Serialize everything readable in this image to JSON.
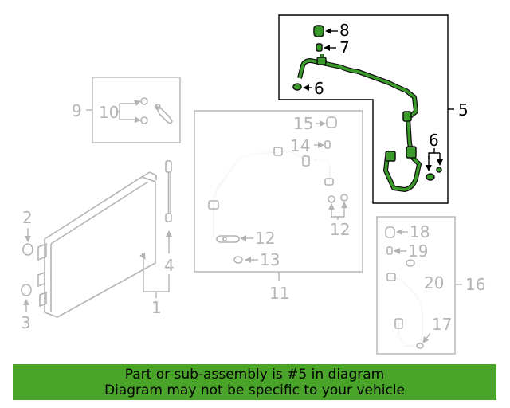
{
  "labels": {
    "c1": "1",
    "c2": "2",
    "c3": "3",
    "c4": "4",
    "c5": "5",
    "c6a": "6",
    "c6b": "6",
    "c7": "7",
    "c8": "8",
    "c9": "9",
    "c10": "10",
    "c11": "11",
    "c12a": "12",
    "c12b": "12",
    "c13": "13",
    "c14": "14",
    "c15": "15",
    "c16": "16",
    "c17": "17",
    "c18": "18",
    "c19": "19",
    "c20": "20"
  },
  "banner": {
    "line1": "Part or sub-assembly is #5 in diagram",
    "line2": "Diagram may not be specific to your vehicle"
  },
  "colors": {
    "highlight": "#3a9a2a",
    "banner": "#4aa42a",
    "inactive": "#b4b4b4",
    "active": "#000000"
  }
}
